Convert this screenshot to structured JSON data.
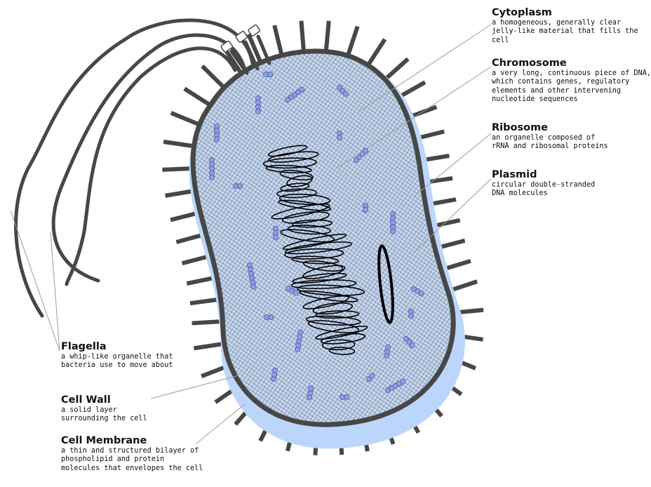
{
  "labels": {
    "cytoplasm": {
      "title": "Cytoplasm",
      "desc": "a homogeneous, generally clear\njelly-like material that fills the\ncell"
    },
    "chromosome": {
      "title": "Chromosome",
      "desc": "a very long, continuous piece of DNA,\nwhich contains genes, regulatory\nelements and other intervening\nnucleotide sequences"
    },
    "ribosome": {
      "title": "Ribosome",
      "desc": "an organelle composed of\nrRNA and ribosomal proteins"
    },
    "plasmid": {
      "title": "Plasmid",
      "desc": "circular double-stranded\nDNA molecules"
    },
    "flagella": {
      "title": "Flagella",
      "desc": "a whip-like organelle that\nbacteria use to move about"
    },
    "cell_wall": {
      "title": "Cell Wall",
      "desc": "a solid layer\nsurrounding the cell"
    },
    "cell_membrane": {
      "title": "Cell Membrane",
      "desc": "a thin and structured bilayer of\nphospholipid and protein\nmolecules that envelopes the cell"
    }
  },
  "colors": {
    "membrane": "#bcd6fb",
    "cytoplasm": "#c9d7ea",
    "mesh": "#2b4f86",
    "wall": "#474747",
    "ribosome_fill": "#8f9fe4",
    "ribosome_stroke": "#4d5cae",
    "dna": "#000000",
    "leader": "#9c9c9c"
  }
}
